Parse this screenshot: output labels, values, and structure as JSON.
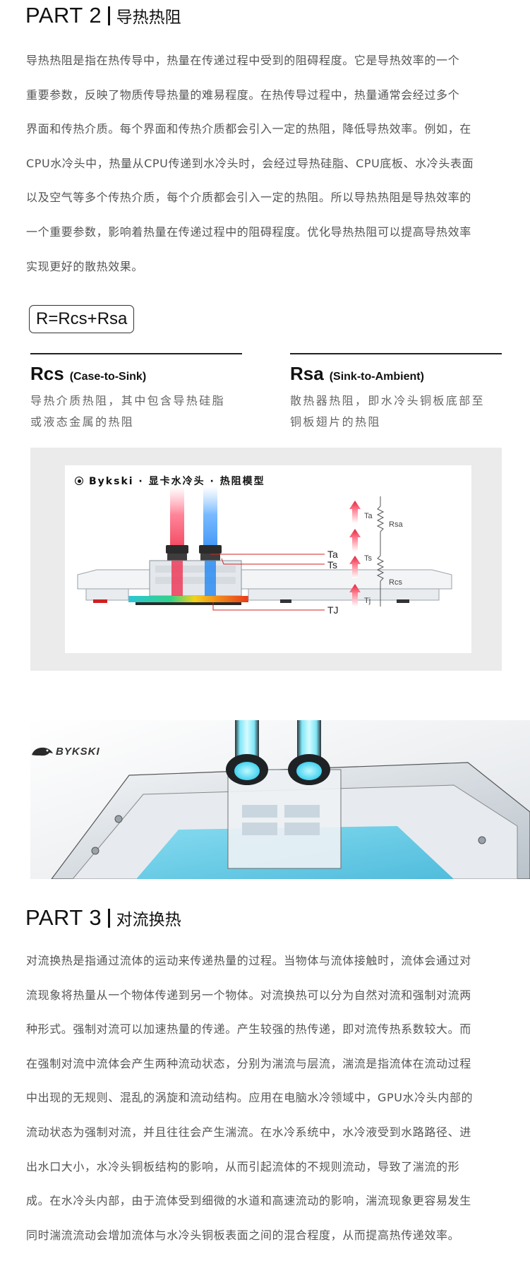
{
  "part2": {
    "number": "PART 2",
    "title": "导热热阻",
    "paragraph": [
      "导热热阻是指在热传导中，热量在传递过程中受到的阻碍程度。它是导热效率的一个",
      "重要参数，反映了物质传导热量的难易程度。在热传导过程中，热量通常会经过多个",
      "界面和传热介质。每个界面和传热介质都会引入一定的热阻，降低导热效率。例如，在",
      "CPU水冷头中，热量从CPU传递到水冷头时，会经过导热硅脂、CPU底板、水冷头表面",
      "以及空气等多个传热介质，每个介质都会引入一定的热阻。所以导热热阻是导热效率的",
      "一个重要参数，影响着热量在传递过程中的阻碍程度。优化导热热阻可以提高导热效率",
      "实现更好的散热效果。"
    ],
    "formula": "R=Rcs+Rsa",
    "rcs": {
      "symbol": "Rcs",
      "label": "(Case-to-Sink)",
      "desc": [
        "导热介质热阻，其中包含导热硅脂",
        "或液态金属的热阻"
      ]
    },
    "rsa": {
      "symbol": "Rsa",
      "label": "(Sink-to-Ambient)",
      "desc": [
        "散热器热阻，即水冷头铜板底部至",
        "铜板翅片的热阻"
      ]
    }
  },
  "diagram": {
    "title": "Bykski · 显卡水冷头 · 热阻模型",
    "pointer_labels": {
      "ta": "Ta",
      "ts": "Ts",
      "tj": "TJ"
    },
    "chain_labels": {
      "ta": "Ta",
      "rsa": "Rsa",
      "ts": "Ts",
      "rcs": "Rcs",
      "tj": "Tj"
    }
  },
  "banner": {
    "brand": "BYKSKI"
  },
  "part3": {
    "number": "PART 3",
    "title": "对流换热",
    "paragraph": [
      "对流换热是指通过流体的运动来传递热量的过程。当物体与流体接触时，流体会通过对",
      "流现象将热量从一个物体传递到另一个物体。对流换热可以分为自然对流和强制对流两",
      "种形式。强制对流可以加速热量的传递。产生较强的热传递，即对流传热系数较大。而",
      "在强制对流中流体会产生两种流动状态，分别为湍流与层流，湍流是指流体在流动过程",
      "中出现的无规则、混乱的涡旋和流动结构。应用在电脑水冷领域中，GPU水冷头内部的",
      "流动状态为强制对流，并且往往会产生湍流。在水冷系统中，水冷液受到水路路径、进",
      "出水口大小，水冷头铜板结构的影响，从而引起流体的不规则流动，导致了湍流的形",
      "成。在水冷头内部，由于流体受到细微的水道和高速流动的影响，湍流现象更容易发生",
      "同时湍流流动会增加流体与水冷头铜板表面之间的混合程度，从而提高热传递效率。"
    ]
  },
  "colors": {
    "arrow_red": "#e8203a",
    "pointer_red": "#d32020",
    "frame_gray": "#ebebeb"
  }
}
